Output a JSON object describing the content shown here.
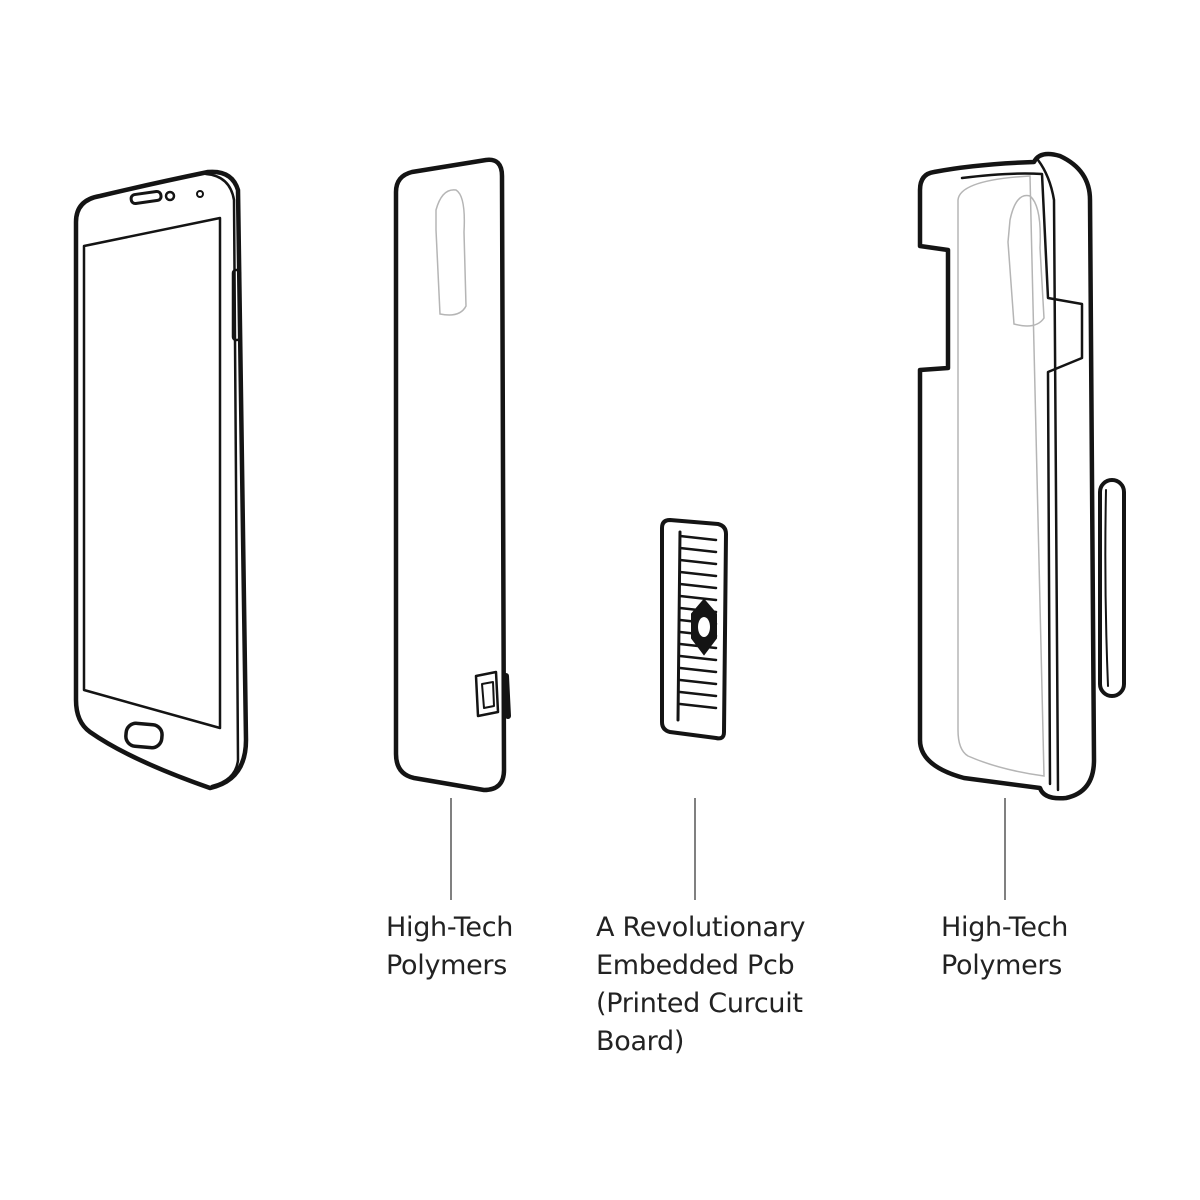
{
  "components": [
    {
      "id": "phone",
      "label": ""
    },
    {
      "id": "back-shell",
      "label": "High-Tech\nPolymers"
    },
    {
      "id": "pcb",
      "label": "A Revolutionary\nEmbedded Pcb\n(Printed Curcuit\nBoard)"
    },
    {
      "id": "bumper-shell",
      "label": "High-Tech\nPolymers"
    }
  ],
  "colors": {
    "background": "#ffffff",
    "line": "#141414",
    "leader": "#555555",
    "text": "#222222"
  }
}
